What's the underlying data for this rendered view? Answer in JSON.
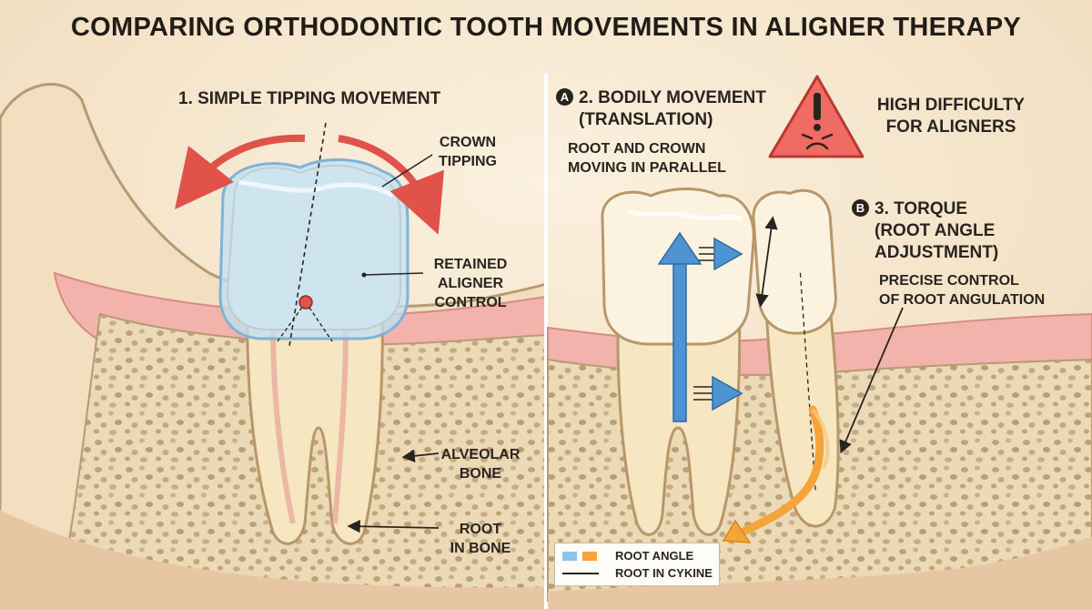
{
  "title": "COMPARING ORTHODONTIC TOOTH MOVEMENTS IN ALIGNER THERAPY",
  "left_panel": {
    "heading": "1. SIMPLE TIPPING MOVEMENT",
    "labels": {
      "crown_tipping": [
        "CROWN",
        "TIPPING"
      ],
      "retained_control": [
        "RETAINED",
        "ALIGNER",
        "CONTROL"
      ],
      "alveolar_bone": [
        "ALVEOLAR",
        "BONE"
      ],
      "root_in_bone": [
        "ROOT",
        "IN BONE"
      ]
    }
  },
  "right_panel": {
    "bodily": {
      "badge": "A",
      "heading": [
        "2. BODILY MOVEMENT",
        "(TRANSLATION)"
      ],
      "subtext": [
        "ROOT AND CROWN",
        "MOVING IN PARALLEL"
      ]
    },
    "warning": {
      "icon": "warning-triangle-icon",
      "text": [
        "HIGH DIFFICULTY",
        "FOR ALIGNERS"
      ]
    },
    "torque": {
      "badge": "B",
      "heading": [
        "3. TORQUE",
        "(ROOT ANGLE",
        "ADJUSTMENT)"
      ],
      "subtext": [
        "PRECISE CONTROL",
        "OF ROOT ANGULATION"
      ]
    },
    "legend": [
      {
        "label": "ROOT ANGLE",
        "colors": [
          "#8fc3e8",
          "#f5a43a"
        ]
      },
      {
        "label": "ROOT IN CYKINE",
        "colors": [
          "#2a2420"
        ]
      }
    ]
  },
  "colors": {
    "background": "#f6e7cf",
    "bone": "#ecd9b6",
    "gum": "#f2b3ac",
    "tooth": "#fbf3e0",
    "aligner": "#bfe0f4",
    "arrow_red": "#e0524a",
    "arrow_blue": "#4f94d2",
    "arrow_orange": "#f5a43a",
    "warning": "#ef6b63"
  }
}
